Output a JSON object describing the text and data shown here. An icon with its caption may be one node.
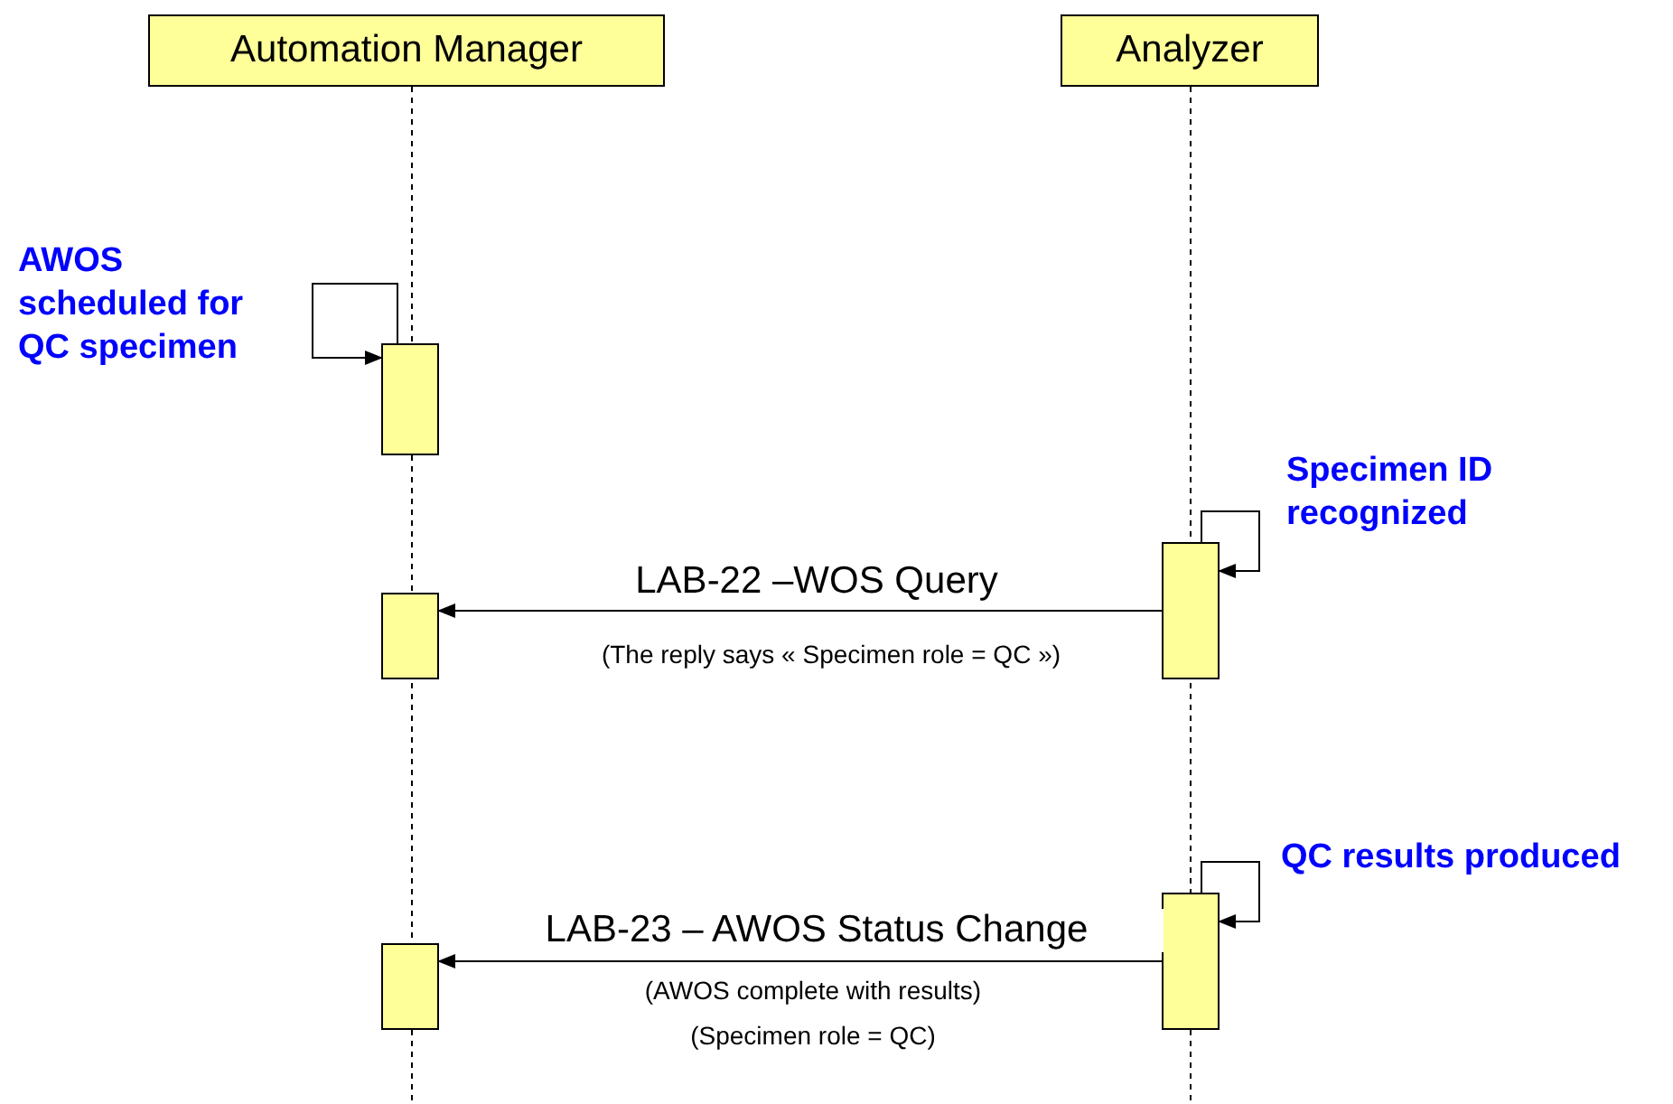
{
  "diagram": {
    "nodes": [
      {
        "text": [
          "Automation Manager"
        ]
      },
      {
        "text": [
          "Analyzer"
        ]
      },
      {
        "text": [],
        "shape": "box"
      },
      {
        "text": [],
        "shape": "box"
      },
      {
        "text": [],
        "shape": "box"
      },
      {
        "text": [],
        "shape": "box"
      },
      {
        "text": [],
        "shape": "box"
      }
    ],
    "edges": [
      {
        "from": 2,
        "to": 2,
        "arrow": "to",
        "label": "AWOS scheduled for QC specimen"
      },
      {
        "from": 3,
        "to": 3,
        "arrow": "to",
        "label": "Specimen ID recognized"
      },
      {
        "from": 3,
        "to": 4,
        "arrow": "to",
        "label": "LAB-22 –WOS Query"
      },
      {
        "from": 5,
        "to": 5,
        "arrow": "to",
        "label": "QC results produced"
      },
      {
        "from": 5,
        "to": 6,
        "arrow": "to",
        "label": "LAB-23 – AWOS Status Change"
      }
    ],
    "labels": [
      "(The reply says « Specimen role = QC »)",
      "(AWOS complete with results)",
      "(Specimen role = QC)"
    ]
  }
}
